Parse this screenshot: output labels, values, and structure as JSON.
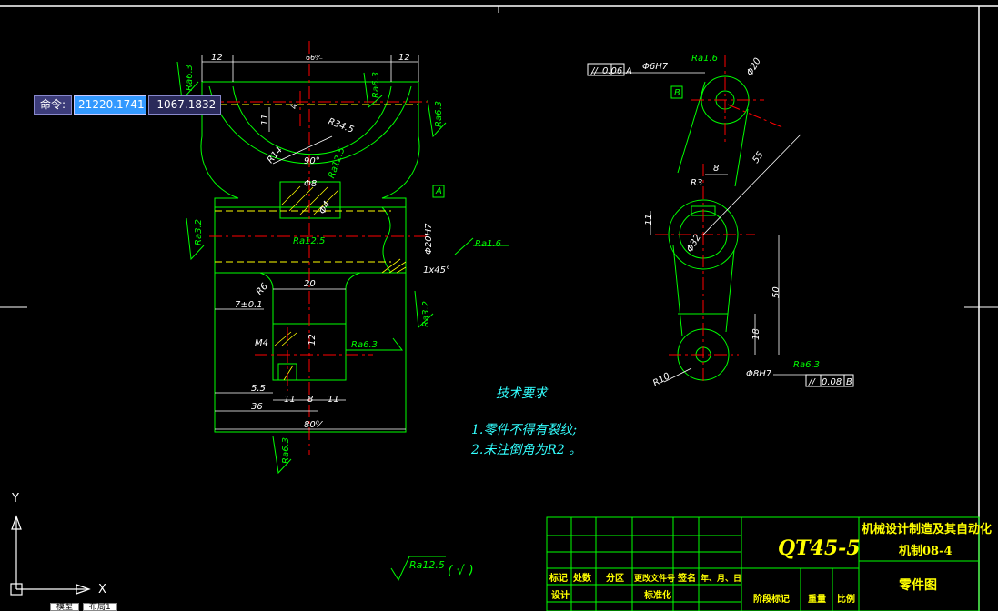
{
  "command_bar": {
    "label": "命令:",
    "x_value": "21220.1741",
    "y_value": "-1067.1832"
  },
  "tabs": [
    "模型",
    "布局1"
  ],
  "drawing": {
    "dims_left": {
      "top_12_left": "12",
      "top_66": "66⁰⁄₋",
      "top_12_right": "12",
      "ra63_a": "Ra6.3",
      "ra63_b": "Ra6.3",
      "ra63_c": "Ra6.3",
      "d11": "11",
      "d4": "4",
      "r345": "R34.5",
      "r14": "R14",
      "ra125_a": "Ra12.5",
      "deg90": "90°",
      "phi8": "Φ8",
      "phi4": "Φ4",
      "ra125_b": "Ra12.5",
      "ra32_a": "Ra3.2",
      "phi20h7": "Φ20H7",
      "ra16_a": "Ra1.6",
      "datum_a": "A",
      "chamfer": "1x45°",
      "r6": "R6",
      "d20": "20",
      "d7": "7±0.1",
      "ra32_b": "Ra3.2",
      "m4": "M4",
      "d12": "12",
      "ra63_d": "Ra6.3",
      "d55": "5.5",
      "d36": "36",
      "d11b": "11",
      "d8": "8",
      "d11c": "11",
      "d80": "80⁰⁄₋",
      "ra63_e": "Ra6.3"
    },
    "dims_right": {
      "par1_sym": "//",
      "par1_val": "0.06",
      "par1_ref": "A",
      "phi6h7": "Φ6H7",
      "ra16_b": "Ra1.6",
      "datum_b": "B",
      "phi20": "Φ20",
      "d55r": "55",
      "d8r": "8",
      "r3": "R3",
      "d11r": "11",
      "phi32": "Φ32",
      "d50": "50",
      "d18": "18",
      "r10": "R10",
      "phi8h7": "Φ8H7",
      "ra63_f": "Ra6.3",
      "par2_sym": "//",
      "par2_val": "0.08",
      "par2_ref": "B"
    },
    "surface_general": "Ra12.5",
    "surface_general_suffix": "( √ )"
  },
  "tech_requirements": {
    "title": "技术要求",
    "line1": "1.零件不得有裂纹;",
    "line2": "2.未注倒角为R2  。"
  },
  "title_block": {
    "material": "QT45-5",
    "school": "机械设计制造及其自动化",
    "class": "机制08-4",
    "drawing_name": "零件图",
    "headers": [
      "标记",
      "处数",
      "分区",
      "更改文件号",
      "签名",
      "年、月、日"
    ],
    "row2": [
      "设计",
      "",
      "",
      "标准化"
    ],
    "stage": "阶段标记",
    "weight": "重量",
    "scale": "比例"
  },
  "ucs": {
    "y": "Y",
    "x": "X"
  }
}
